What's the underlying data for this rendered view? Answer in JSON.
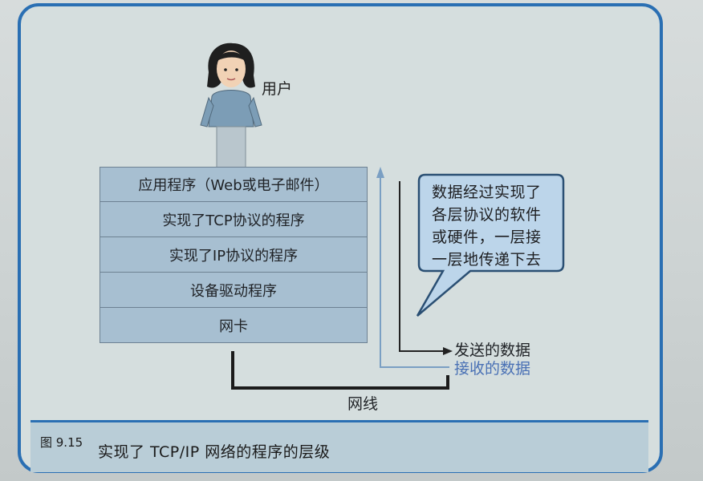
{
  "user": {
    "label": "用户"
  },
  "stack": {
    "layers": [
      "应用程序（Web或电子邮件）",
      "实现了TCP协议的程序",
      "实现了IP协议的程序",
      "设备驱动程序",
      "网卡"
    ]
  },
  "callout": {
    "lines": [
      "数据经过实现了",
      "各层协议的软件",
      "或硬件，一层接",
      "一层地传递下去"
    ]
  },
  "flows": {
    "send": "发送的数据",
    "receive": "接收的数据"
  },
  "cable": {
    "label": "网线"
  },
  "caption": {
    "number": "图 9.15",
    "title": "实现了 TCP/IP 网络的程序的层级"
  },
  "colors": {
    "frame": "#2a6fb3",
    "layer_fill": "#a7bfd1",
    "receive_text": "#4a71b5",
    "caption_fill": "#b9cdd7"
  }
}
